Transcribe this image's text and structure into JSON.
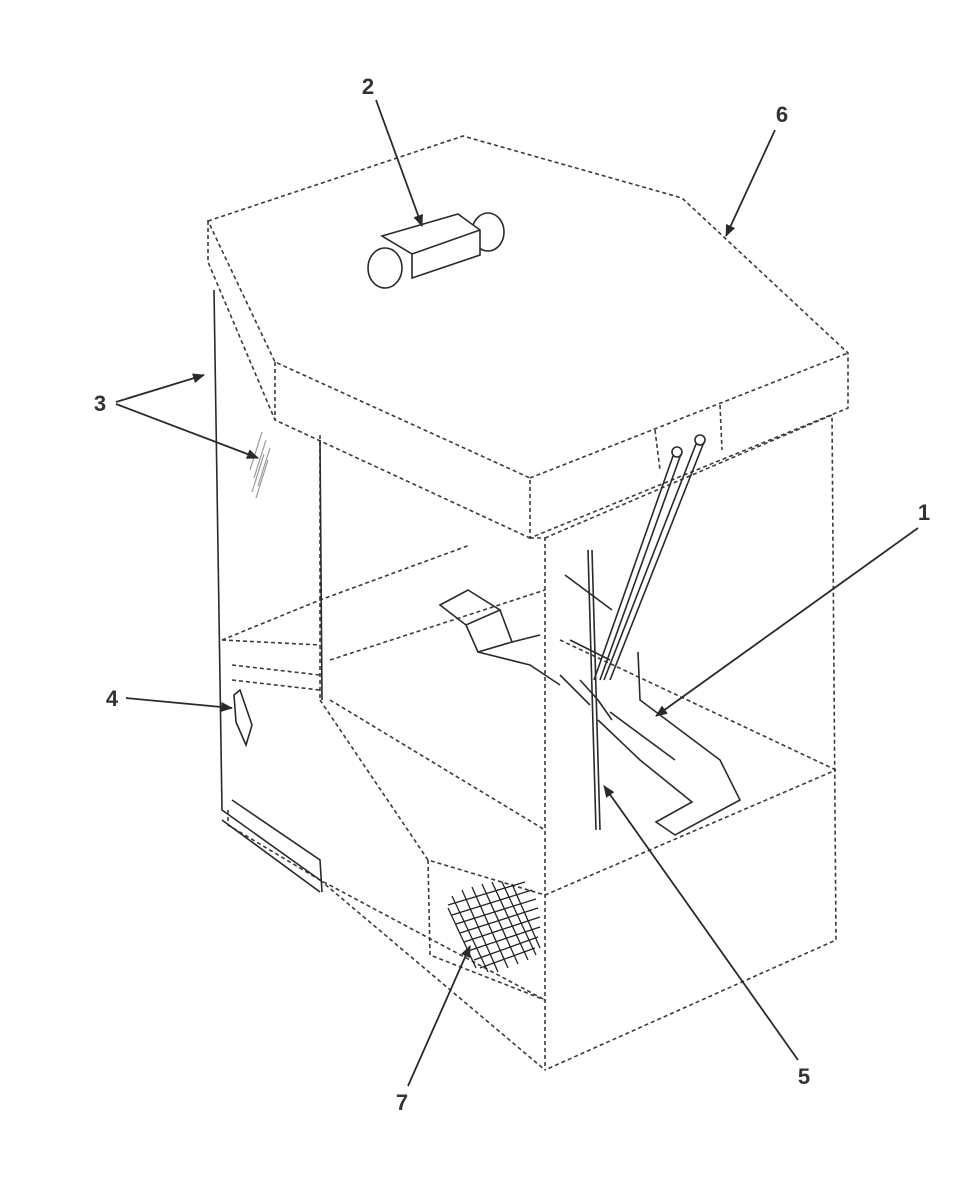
{
  "callouts": [
    {
      "id": "1",
      "label": "1"
    },
    {
      "id": "2",
      "label": "2"
    },
    {
      "id": "3",
      "label": "3"
    },
    {
      "id": "4",
      "label": "4"
    },
    {
      "id": "5",
      "label": "5"
    },
    {
      "id": "6",
      "label": "6"
    },
    {
      "id": "7",
      "label": "7"
    }
  ],
  "colors": {
    "line": "#2a2a2a",
    "background": "#ffffff"
  }
}
